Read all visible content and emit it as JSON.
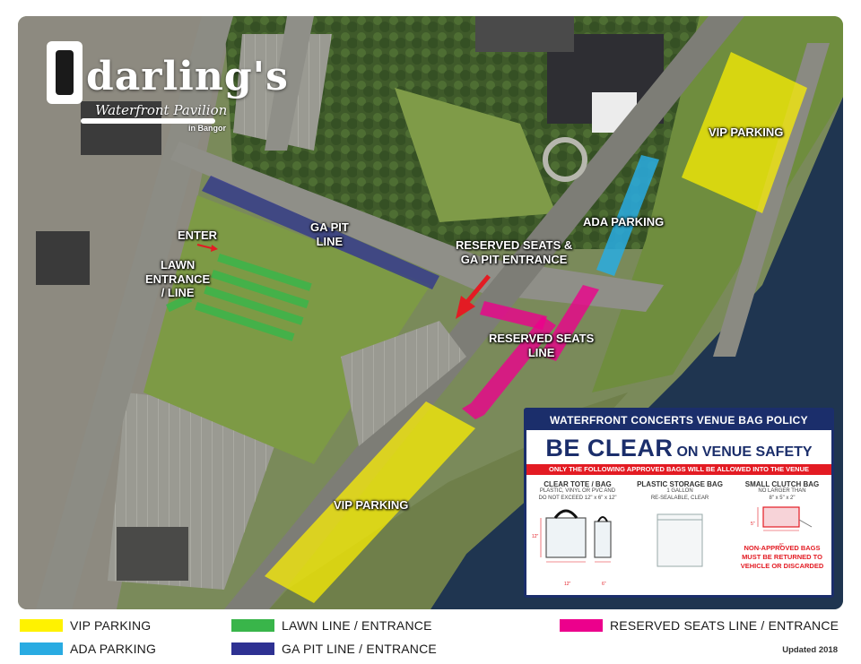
{
  "logo": {
    "brand": "darling's",
    "subtitle": "Waterfront Pavilion",
    "city": "in Bangor"
  },
  "map_labels": {
    "enter": "ENTER",
    "lawn_entrance": "LAWN\nENTRANCE\n/ LINE",
    "ga_pit_line": "GA PIT\nLINE",
    "reserved_seats_ga_pit_entrance": "RESERVED SEATS &\nGA PIT ENTRANCE",
    "reserved_seats_line": "RESERVED SEATS\nLINE",
    "ada_parking": "ADA PARKING",
    "vip_parking_top": "VIP PARKING",
    "vip_parking_bottom": "VIP PARKING"
  },
  "bag_policy": {
    "header": "WATERFRONT CONCERTS VENUE BAG POLICY",
    "title_big": "BE CLEAR",
    "title_small": "ON VENUE SAFETY",
    "approved_bar": "ONLY THE FOLLOWING APPROVED BAGS WILL BE ALLOWED INTO THE VENUE",
    "bags": [
      {
        "heading": "CLEAR TOTE / BAG",
        "details": "PLASTIC, VINYL OR PVC AND\nDO NOT EXCEED 12\" x 6\" x 12\""
      },
      {
        "heading": "PLASTIC STORAGE BAG",
        "details": "1 GALLON\nRE-SEALABLE, CLEAR"
      },
      {
        "heading": "SMALL CLUTCH BAG",
        "details": "NO LARGER THAN\n8\" x 5\" x 2\""
      }
    ],
    "dims": {
      "tote_height": "12\"",
      "tote_width": "12\"",
      "tote_depth": "6\"",
      "clutch_height": "5\"",
      "clutch_width": "8\""
    },
    "warning": "NON-APPROVED BAGS\nMUST BE RETURNED TO\nVEHICLE OR DISCARDED"
  },
  "legend": [
    {
      "label": "VIP PARKING",
      "color": "#fff200"
    },
    {
      "label": "LAWN LINE / ENTRANCE",
      "color": "#39b54a"
    },
    {
      "label": "RESERVED SEATS LINE / ENTRANCE",
      "color": "#ec008c"
    },
    {
      "label": "ADA PARKING",
      "color": "#29abe2"
    },
    {
      "label": "GA PIT LINE / ENTRANCE",
      "color": "#2e3192"
    }
  ],
  "updated": "Updated 2018",
  "colors": {
    "vip": "#fff200",
    "lawn": "#39b54a",
    "reserved": "#ec008c",
    "ada": "#29abe2",
    "ga_pit": "#2e3192",
    "arrow": "#e31b23",
    "water": "#1f3550",
    "grass": "#6f8d3e",
    "road": "#8c8c84"
  }
}
